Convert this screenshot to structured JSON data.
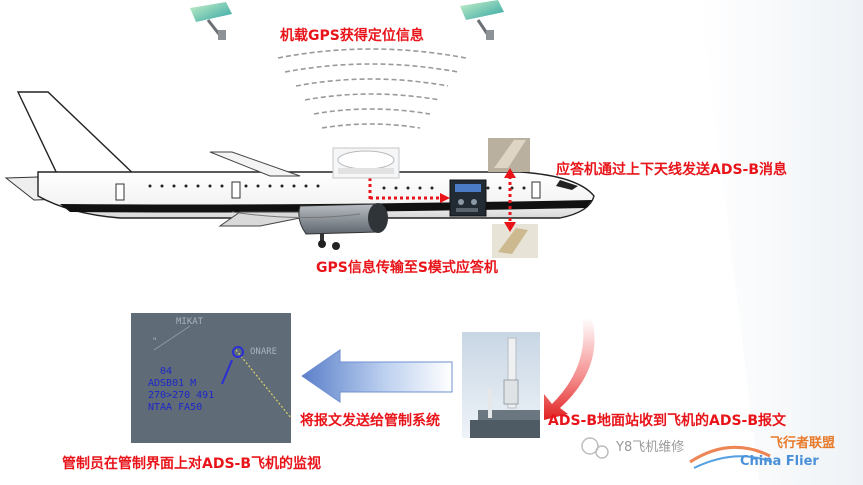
{
  "labels": {
    "onboard_gps": "机载GPS获得定位信息",
    "transponder_broadcast": "应答机通过上下天线发送ADS-B消息",
    "gps_to_transponder": "GPS信息传输至S模式应答机",
    "send_to_atc": "将报文发送给管制系统",
    "ground_station_receive": "ADS-B地面站收到飞机的ADS-B报文",
    "controller_monitoring": "管制员在管制界面上对ADS-B飞机的监视"
  },
  "radar": {
    "waypoint1": "MIKAT",
    "waypoint2": "ONARE",
    "mark": "\"",
    "tag_line1": "04",
    "tag_line2": "ADSB01   M",
    "tag_line3": "270>270 491",
    "tag_line4": "NTAA FA50"
  },
  "watermark": {
    "account": "Y8飞机维修",
    "brand_cn": "飞行者联盟",
    "brand_en": "China Flier"
  },
  "colors": {
    "label_red": "#e8141a",
    "arrow_blue": "#5b7fc9",
    "radar_bg": "#5f6b76",
    "radar_track": "#1e28c8"
  }
}
